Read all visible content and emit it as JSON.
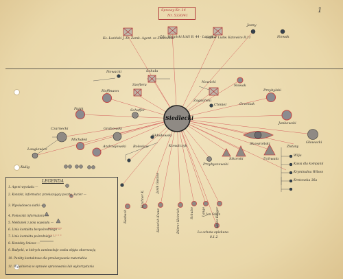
{
  "header": {
    "stamp_line1": "Sprawy-Kr. 14",
    "stamp_line2": "Nr. 5330/41",
    "page_number": "1"
  },
  "center": {
    "label": "Siedlecki"
  },
  "top_nodes": [
    {
      "label": "Ks. Łaziński J. Kr. Zamk. Agent. ze Zwardonia"
    },
    {
      "label": "Zdz. Wolański Łódź B. 44 - Laczek 2"
    },
    {
      "label": "Sejdler Ludw. Katowice R.11"
    },
    {
      "label": "Jasny"
    },
    {
      "label": "Nowak"
    }
  ],
  "left_nodes": [
    {
      "label": "Nowacki"
    },
    {
      "label": "Sekuła"
    },
    {
      "label": "Czarnecki"
    },
    {
      "label": "Schaffer"
    },
    {
      "label": "Pająk"
    },
    {
      "label": "Grabowski"
    },
    {
      "label": "Szeflera"
    },
    {
      "label": "Hoffmann"
    },
    {
      "label": "Laugiewicz"
    },
    {
      "label": "Andrzejewski"
    },
    {
      "label": "Michałek"
    },
    {
      "label": "Kulig"
    },
    {
      "label": "Bolesław"
    },
    {
      "label": "Skłodowski"
    }
  ],
  "right_nodes": [
    {
      "label": "Nowak"
    },
    {
      "label": "Zagdański"
    },
    {
      "label": "Chmiel"
    },
    {
      "label": "Nowicki"
    },
    {
      "label": "Przybylski"
    },
    {
      "label": "Jankowski"
    },
    {
      "label": "Skowroński"
    },
    {
      "label": "Głowacki"
    },
    {
      "label": "Sikorski"
    },
    {
      "label": "Przybyszewski"
    },
    {
      "label": "Kowalczyk"
    },
    {
      "label": "Uchwała"
    },
    {
      "label": "Grzesiak"
    }
  ],
  "bottom_nodes": [
    {
      "label": "Hasbach"
    },
    {
      "label": "Kirchner K."
    },
    {
      "label": "Heinrich Kreuz"
    },
    {
      "label": "Dörrer Heinrich"
    },
    {
      "label": "Schulze"
    },
    {
      "label": "Lange"
    },
    {
      "label": "Heinz Krüger"
    },
    {
      "label": "Janik Gustaw"
    }
  ],
  "bottom_caption": {
    "line1": "Jan Szajn",
    "line2": "Lu ochota opiekuna",
    "line3": "8.1.2"
  },
  "right_list": {
    "items": [
      "Złotany",
      "Wilja",
      "Kasia dla kompanii",
      "Kryminalna Wilson",
      "Kretowska 36a"
    ]
  },
  "legend": {
    "title": "LEGENDA",
    "items": [
      "1. Agent wywiadu —",
      "2. Kontakt, informator, przekazujący pocztę, kurier —",
      "3. Wywiadowca siatki —",
      "4. Pomocnik informatora —",
      "5. Meldunek z pola wywiadu —",
      "6. Linia kontaktu bezpośredniego —",
      "7. Linia kontaktu pośredniego —",
      "8. Kontakty liniowe —",
      "9. Budynki, w których zamieszkuje osoba objęta obserwacją",
      "10. Punkty kontaktowe dla przekazywania materiałów",
      "11. Wyjaśnienia w sprawie opracowania lub wykorzystania"
    ]
  }
}
